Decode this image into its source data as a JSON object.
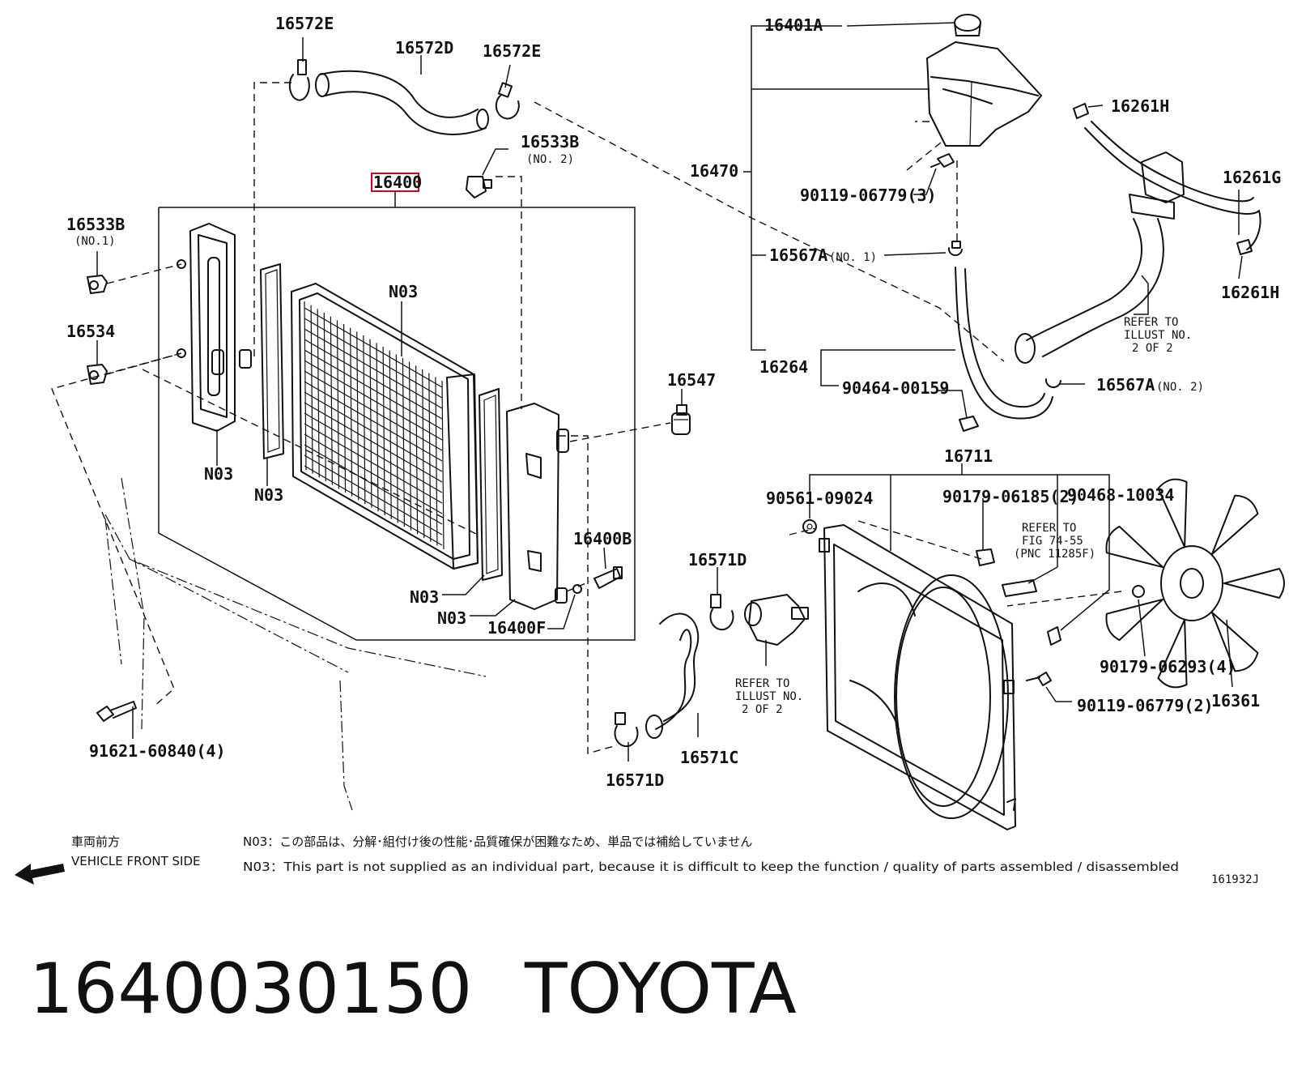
{
  "diagram": {
    "labels": {
      "p16572e_l": "16572E",
      "p16572d": "16572D",
      "p16572e_r": "16572E",
      "p16533b_top": "16533B",
      "p16533b_top_sub": "(NO. 2)",
      "p16400": "16400",
      "p16533b_left": "16533B",
      "p16533b_left_sub": "(NO.1)",
      "p16534": "16534",
      "n03_core": "N03",
      "n03_left_tank": "N03",
      "n03_left_seal": "N03",
      "n03_right_seal": "N03",
      "n03_right_tank": "N03",
      "p16547": "16547",
      "p16400b": "16400B",
      "p16400f": "16400F",
      "p16571d_top": "16571D",
      "p16571c": "16571C",
      "p16571d_bot": "16571D",
      "p91621": "91621-60840(4)",
      "p16401a": "16401A",
      "p16470": "16470",
      "p90119_top": "90119-06779(3)",
      "p16567a_no1": "16567A",
      "p16567a_no1_sub": "(NO. 1)",
      "p16264": "16264",
      "p90464": "90464-00159",
      "p16567a_no2": "16567A",
      "p16567a_no2_sub": "(NO. 2)",
      "p16261h_top": "16261H",
      "p16261g": "16261G",
      "p16261h_bot": "16261H",
      "refer_top_1": "REFER TO",
      "refer_top_2": "ILLUST NO.",
      "refer_top_3": "2 OF 2",
      "p16711": "16711",
      "p90561": "90561-09024",
      "p90179_06185": "90179-06185(2)",
      "p90468": "90468-10034",
      "refer_fig_1": "REFER TO",
      "refer_fig_2": "FIG 74-55",
      "refer_fig_3": "(PNC 11285F)",
      "refer_mid_1": "REFER TO",
      "refer_mid_2": "ILLUST NO.",
      "refer_mid_3": "2 OF 2",
      "p90179_06293": "90179-06293(4)",
      "p16361": "16361",
      "p90119_bot": "90119-06779(2)"
    },
    "front_side_jp": "車両前方",
    "front_side_en": "VEHICLE FRONT SIDE",
    "note_jp": "N03：この部品は、分解･組付け後の性能･品質確保が困難なため、単品では補給していません",
    "note_en": "N03：This part is not supplied as an individual part, because it is difficult to keep the function / quality of parts assembled / disassembled",
    "illustration_id": "161932J"
  },
  "caption": {
    "part_number": "1640030150",
    "brand": "TOYOTA"
  }
}
